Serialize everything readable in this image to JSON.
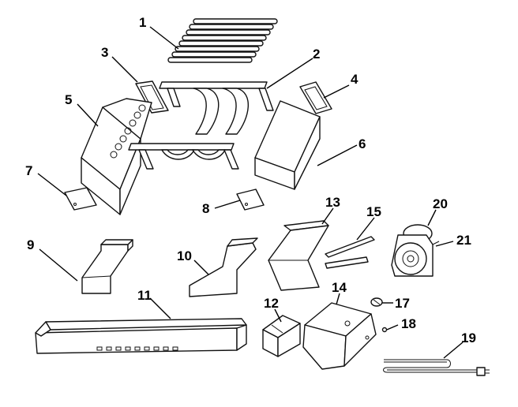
{
  "callouts": [
    {
      "id": "1",
      "text": "1"
    },
    {
      "id": "2",
      "text": "2"
    },
    {
      "id": "3",
      "text": "3"
    },
    {
      "id": "4",
      "text": "4"
    },
    {
      "id": "5",
      "text": "5"
    },
    {
      "id": "6",
      "text": "6"
    },
    {
      "id": "7",
      "text": "7"
    },
    {
      "id": "8",
      "text": "8"
    },
    {
      "id": "9",
      "text": "9"
    },
    {
      "id": "10",
      "text": "10"
    },
    {
      "id": "11",
      "text": "11"
    },
    {
      "id": "12",
      "text": "12"
    },
    {
      "id": "13",
      "text": "13"
    },
    {
      "id": "14",
      "text": "14"
    },
    {
      "id": "15",
      "text": "15"
    },
    {
      "id": "17",
      "text": "17"
    },
    {
      "id": "18",
      "text": "18"
    },
    {
      "id": "19",
      "text": "19"
    },
    {
      "id": "20",
      "text": "20"
    },
    {
      "id": "21",
      "text": "21"
    }
  ],
  "colors": {
    "ink": "#111111",
    "background": "#ffffff"
  }
}
